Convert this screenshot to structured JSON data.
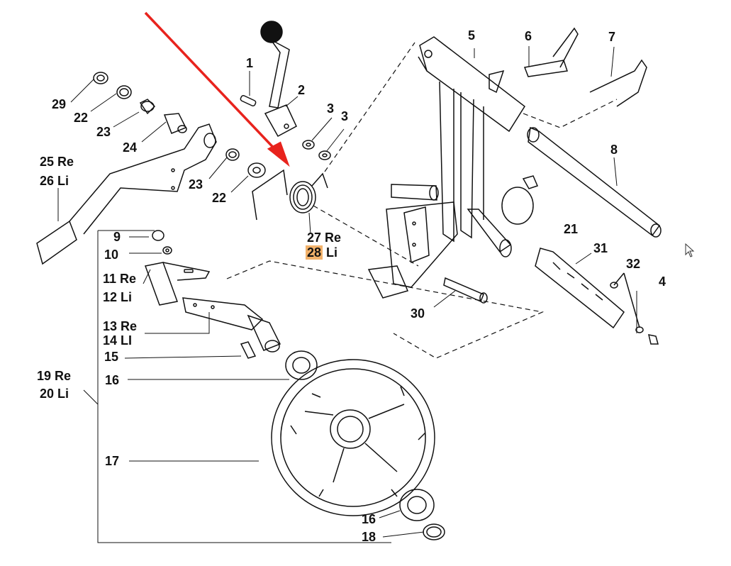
{
  "diagram": {
    "labels": {
      "l1": "1",
      "l2": "2",
      "l3a": "3",
      "l3b": "3",
      "l4": "4",
      "l5": "5",
      "l6": "6",
      "l7": "7",
      "l8": "8",
      "l9": "9",
      "l10": "10",
      "l11": "11 Re",
      "l12": "12 Li",
      "l13": "13 Re",
      "l14": "14 LI",
      "l15": "15",
      "l16a": "16",
      "l16b": "16",
      "l17": "17",
      "l18": "18",
      "l19": "19 Re",
      "l20": "20 Li",
      "l21": "21",
      "l22a": "22",
      "l22b": "22",
      "l23a": "23",
      "l23b": "23",
      "l24": "24",
      "l25": "25 Re",
      "l26": "26 Li",
      "l27": "27 Re",
      "l28num": "28",
      "l28suffix": " Li",
      "l29": "29",
      "l30": "30",
      "l31": "31",
      "l32": "32"
    },
    "highlight_color": "#f2b26b",
    "arrow_color": "#e8231d"
  }
}
